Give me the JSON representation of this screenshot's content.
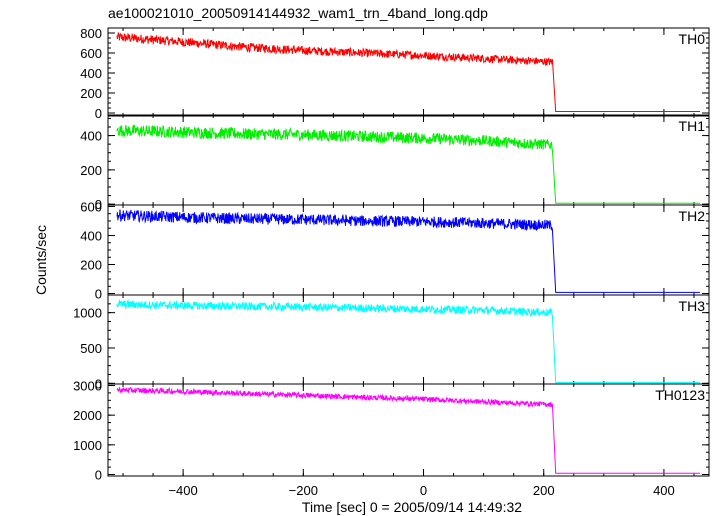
{
  "chart_data": {
    "type": "line",
    "title": "ae100021010_20050914144932_wam1_trn_4band_long.qdp",
    "xlabel": "Time [sec] 0 = 2005/09/14 14:49:32",
    "ylabel": "Counts/sec",
    "xlim": [
      -525,
      475
    ],
    "x_ticks": [
      -400,
      -200,
      0,
      200,
      400
    ],
    "panels": [
      {
        "name": "TH0",
        "color": "#ff0000",
        "ylim": [
          -30,
          850
        ],
        "y_ticks": [
          0,
          200,
          400,
          600,
          800
        ],
        "points": [
          [
            -510,
            760
          ],
          [
            -400,
            710
          ],
          [
            -300,
            660
          ],
          [
            -200,
            625
          ],
          [
            -100,
            600
          ],
          [
            0,
            575
          ],
          [
            100,
            545
          ],
          [
            215,
            510
          ],
          [
            220,
            15
          ],
          [
            460,
            15
          ]
        ]
      },
      {
        "name": "TH1",
        "color": "#00ee00",
        "ylim": [
          -5,
          520
        ],
        "y_ticks": [
          0,
          200,
          400
        ],
        "points": [
          [
            -510,
            430
          ],
          [
            -400,
            420
          ],
          [
            -300,
            410
          ],
          [
            -200,
            405
          ],
          [
            -100,
            395
          ],
          [
            0,
            385
          ],
          [
            100,
            370
          ],
          [
            215,
            345
          ],
          [
            220,
            5
          ],
          [
            460,
            5
          ]
        ]
      },
      {
        "name": "TH2",
        "color": "#0000ff",
        "ylim": [
          -10,
          610
        ],
        "y_ticks": [
          0,
          200,
          400,
          600
        ],
        "points": [
          [
            -510,
            540
          ],
          [
            -400,
            525
          ],
          [
            -300,
            515
          ],
          [
            -200,
            510
          ],
          [
            -100,
            500
          ],
          [
            0,
            495
          ],
          [
            100,
            485
          ],
          [
            215,
            470
          ],
          [
            220,
            8
          ],
          [
            460,
            8
          ]
        ]
      },
      {
        "name": "TH3",
        "color": "#00ffff",
        "ylim": [
          -10,
          1250
        ],
        "y_ticks": [
          0,
          500,
          1000
        ],
        "points": [
          [
            -510,
            1120
          ],
          [
            -400,
            1100
          ],
          [
            -300,
            1090
          ],
          [
            -200,
            1080
          ],
          [
            -100,
            1065
          ],
          [
            0,
            1050
          ],
          [
            100,
            1035
          ],
          [
            215,
            1000
          ],
          [
            220,
            10
          ],
          [
            460,
            10
          ]
        ]
      },
      {
        "name": "TH0123",
        "color": "#ff00ff",
        "ylim": [
          -50,
          3050
        ],
        "y_ticks": [
          0,
          1000,
          2000,
          3000
        ],
        "points": [
          [
            -510,
            2850
          ],
          [
            -400,
            2800
          ],
          [
            -300,
            2730
          ],
          [
            -200,
            2670
          ],
          [
            -100,
            2600
          ],
          [
            0,
            2540
          ],
          [
            100,
            2450
          ],
          [
            215,
            2360
          ],
          [
            220,
            40
          ],
          [
            460,
            40
          ]
        ]
      }
    ]
  }
}
